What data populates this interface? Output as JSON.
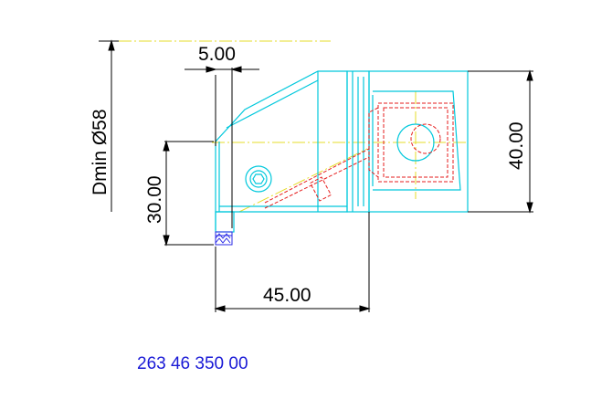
{
  "drawing": {
    "dimensions": {
      "top_width": "5.00",
      "left_height": "30.00",
      "bottom_length": "45.00",
      "right_height": "40.00",
      "min_diameter": "Dmin Ø58"
    },
    "part_number": "263 46 350 00",
    "colors": {
      "outline": "#00c8dc",
      "centerline": "#e6dc28",
      "hidden": "#e61e1e",
      "dimension": "#000000",
      "insert": "#2828e6",
      "part_number": "#1a1ad6"
    }
  }
}
